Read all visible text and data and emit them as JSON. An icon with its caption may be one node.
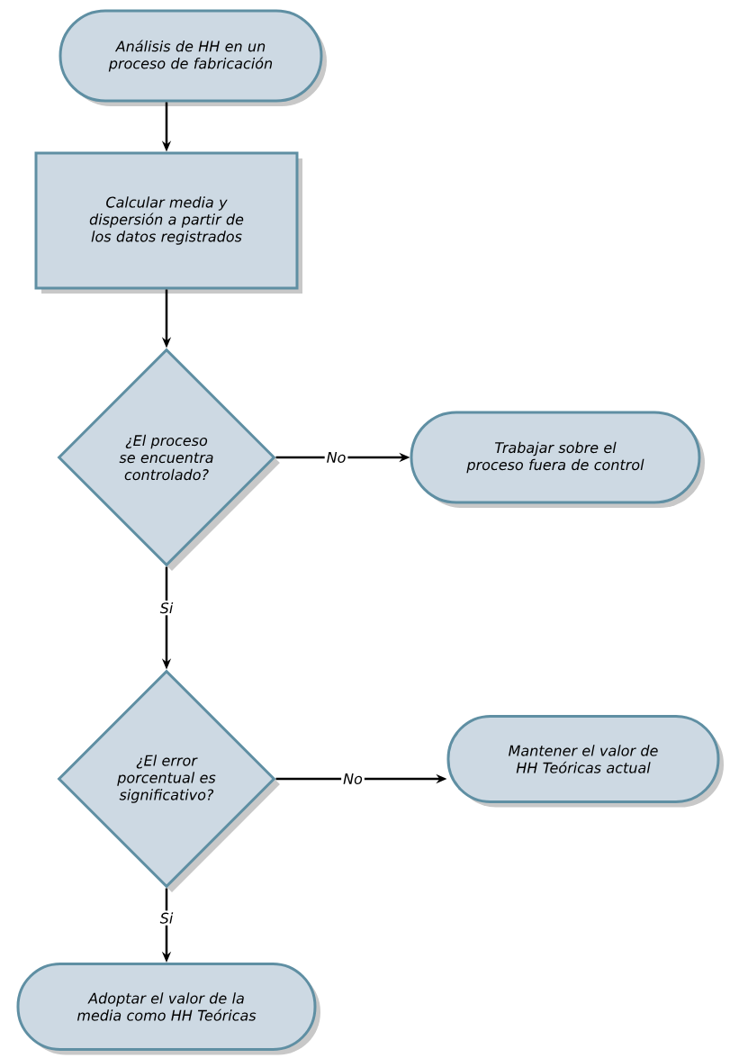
{
  "diagram": {
    "nodes": [
      {
        "text": [
          "Análisis de HH en un proceso de fabricación"
        ]
      },
      {
        "text": [
          "Calcular media y dispersión a partir de los datos registrados"
        ]
      },
      {
        "text": [
          "¿El proceso se encuentra controlado?"
        ]
      },
      {
        "text": [
          "Trabajar sobre el proceso fuera de control"
        ]
      },
      {
        "text": [
          "¿El error porcentual es significativo?"
        ]
      },
      {
        "text": [
          "Mantener el valor de HH Teóricas actual"
        ]
      },
      {
        "text": [
          "Adoptar el valor de la media como HH Teóricas"
        ]
      }
    ],
    "edges": [
      {
        "from": 0,
        "to": 1,
        "arrow": "to"
      },
      {
        "from": 1,
        "to": 2,
        "arrow": "to"
      },
      {
        "from": 2,
        "to": 3,
        "arrow": "to",
        "label": "No"
      },
      {
        "from": 2,
        "to": 4,
        "arrow": "to",
        "label": "Si"
      },
      {
        "from": 4,
        "to": 5,
        "arrow": "to",
        "label": "No"
      },
      {
        "from": 4,
        "to": 6,
        "arrow": "to",
        "label": "Si"
      }
    ]
  }
}
